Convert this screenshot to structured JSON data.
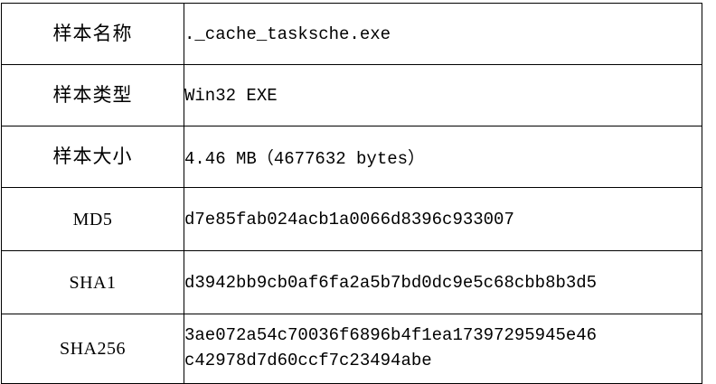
{
  "table": {
    "rows": [
      {
        "key": "sample-name",
        "label": "样本名称",
        "label_script": "cjk",
        "value": "._cache_tasksche.exe"
      },
      {
        "key": "sample-type",
        "label": "样本类型",
        "label_script": "cjk",
        "value": "Win32 EXE"
      },
      {
        "key": "sample-size",
        "label": "样本大小",
        "label_script": "cjk",
        "value": "4.46 MB（4677632 bytes）"
      },
      {
        "key": "md5",
        "label": "MD5",
        "label_script": "latin",
        "value": "d7e85fab024acb1a0066d8396c933007"
      },
      {
        "key": "sha1",
        "label": "SHA1",
        "label_script": "latin",
        "value": "d3942bb9cb0af6fa2a5b7bd0dc9e5c68cbb8b3d5"
      },
      {
        "key": "sha256",
        "label": "SHA256",
        "label_script": "latin",
        "value": "3ae072a54c70036f6896b4f1ea17397295945e46c42978d7d60ccf7c23494abe",
        "value_line_1": "3ae072a54c70036f6896b4f1ea17397295945e46",
        "value_line_2": "c42978d7d60ccf7c23494abe"
      }
    ]
  },
  "colors": {
    "border": "#000000",
    "text": "#000000",
    "background": "#ffffff"
  }
}
